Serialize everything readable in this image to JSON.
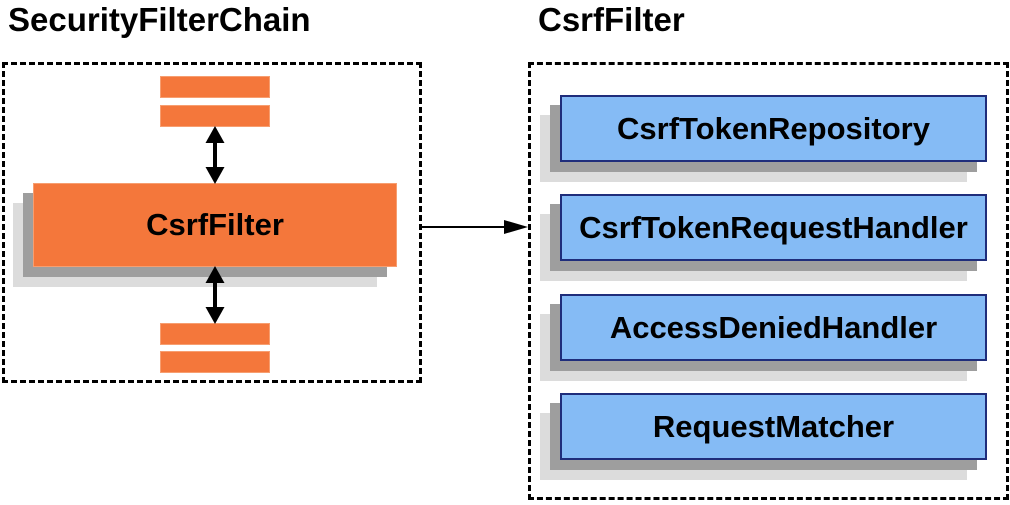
{
  "left_panel": {
    "title": "SecurityFilterChain",
    "main_box_label": "CsrfFilter",
    "top_placeholder_bars": 2,
    "bottom_placeholder_bars": 2
  },
  "right_panel": {
    "title": "CsrfFilter",
    "components": [
      {
        "label": "CsrfTokenRepository"
      },
      {
        "label": "CsrfTokenRequestHandler"
      },
      {
        "label": "AccessDeniedHandler"
      },
      {
        "label": "RequestMatcher"
      }
    ]
  },
  "connections": {
    "vertical_double_arrows": 2,
    "horizontal_flow_arrow": "left-box-to-right-container"
  },
  "icons": {
    "vertical_double_arrow": "↕",
    "flow_arrow": "→"
  },
  "colors": {
    "orange_fill": "#F4773B",
    "blue_fill": "#85BBF5",
    "blue_border": "#1F2D7B",
    "shadow_dark": "#9E9E9E",
    "shadow_light": "#DCDCDC",
    "dashed_border": "#000000",
    "text": "#000000",
    "background": "#FFFFFF"
  }
}
